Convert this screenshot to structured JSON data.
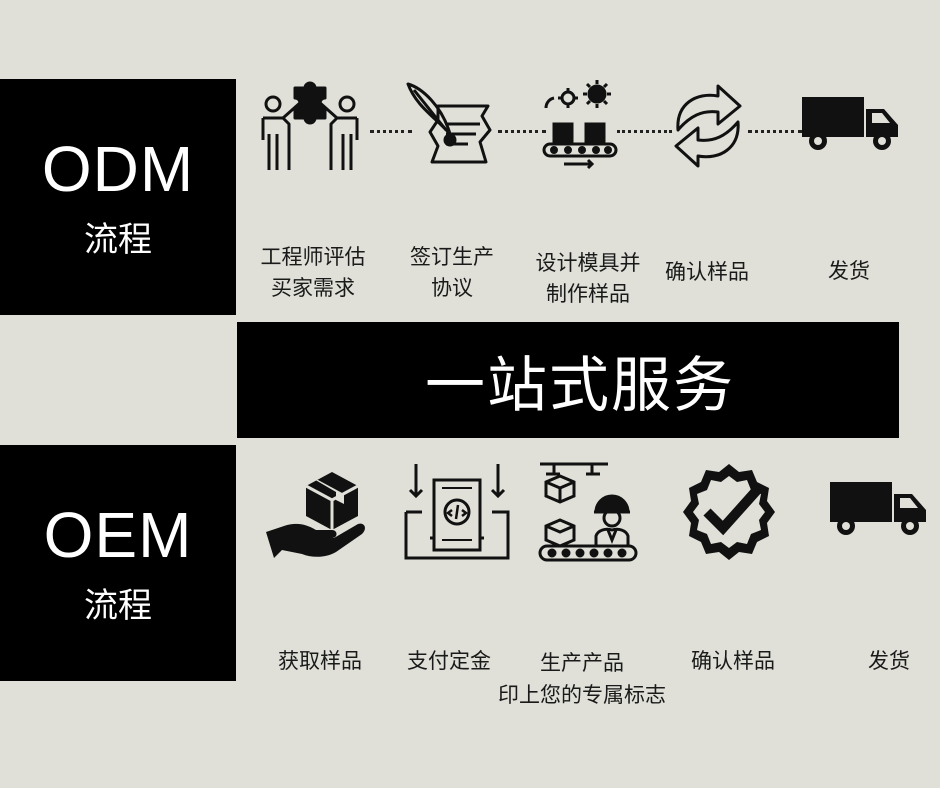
{
  "odm": {
    "title": "ODM",
    "subtitle": "流程",
    "steps": [
      {
        "icon": "teamwork-puzzle-icon",
        "label": "工程师评估\n买家需求"
      },
      {
        "icon": "contract-quill-icon",
        "label": "签订生产\n协议"
      },
      {
        "icon": "conveyor-design-icon",
        "label": "设计模具并\n制作样品"
      },
      {
        "icon": "refresh-arrows-icon",
        "label": "确认样品"
      },
      {
        "icon": "delivery-truck-icon",
        "label": "发货"
      }
    ]
  },
  "banner": {
    "text": "一站式服务"
  },
  "oem": {
    "title": "OEM",
    "subtitle": "流程",
    "steps": [
      {
        "icon": "hand-box-icon",
        "label": "获取样品"
      },
      {
        "icon": "payment-deposit-icon",
        "label": "支付定金"
      },
      {
        "icon": "factory-worker-icon",
        "label": "生产产品"
      },
      {
        "icon": "verified-badge-icon",
        "label": "确认样品"
      },
      {
        "icon": "delivery-truck-icon",
        "label": "发货"
      }
    ],
    "note": "印上您的专属标志"
  },
  "colors": {
    "background": "#e0e0d9",
    "block": "#000000",
    "text": "#1a1a1a"
  }
}
